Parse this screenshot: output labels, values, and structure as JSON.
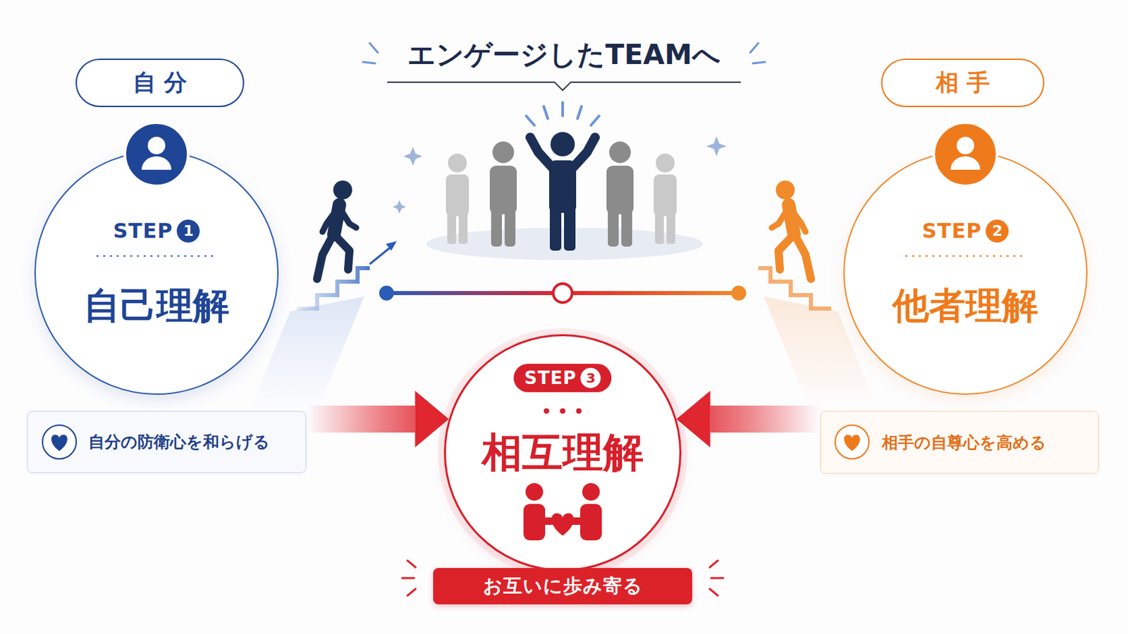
{
  "diagram": {
    "title": "エンゲージしたTEAMへ",
    "nodes": [
      {
        "text": [
          "自分"
        ]
      },
      {
        "text": [
          "STEP",
          "1",
          "自己理解"
        ]
      },
      {
        "text": [
          "自分の防衛心を和らげる"
        ]
      },
      {
        "text": [
          "相手"
        ]
      },
      {
        "text": [
          "STEP",
          "2",
          "他者理解"
        ]
      },
      {
        "text": [
          "相手の自尊心を高める"
        ]
      },
      {
        "text": [
          "相互理解"
        ]
      },
      {
        "text": [
          "STEP",
          "3"
        ],
        "in": 6
      },
      {
        "text": [
          "お互いに歩み寄る"
        ]
      }
    ],
    "edges": [
      {
        "from": 2,
        "to": 6,
        "arrow": "to"
      },
      {
        "from": 5,
        "to": 6,
        "arrow": "to"
      }
    ]
  }
}
